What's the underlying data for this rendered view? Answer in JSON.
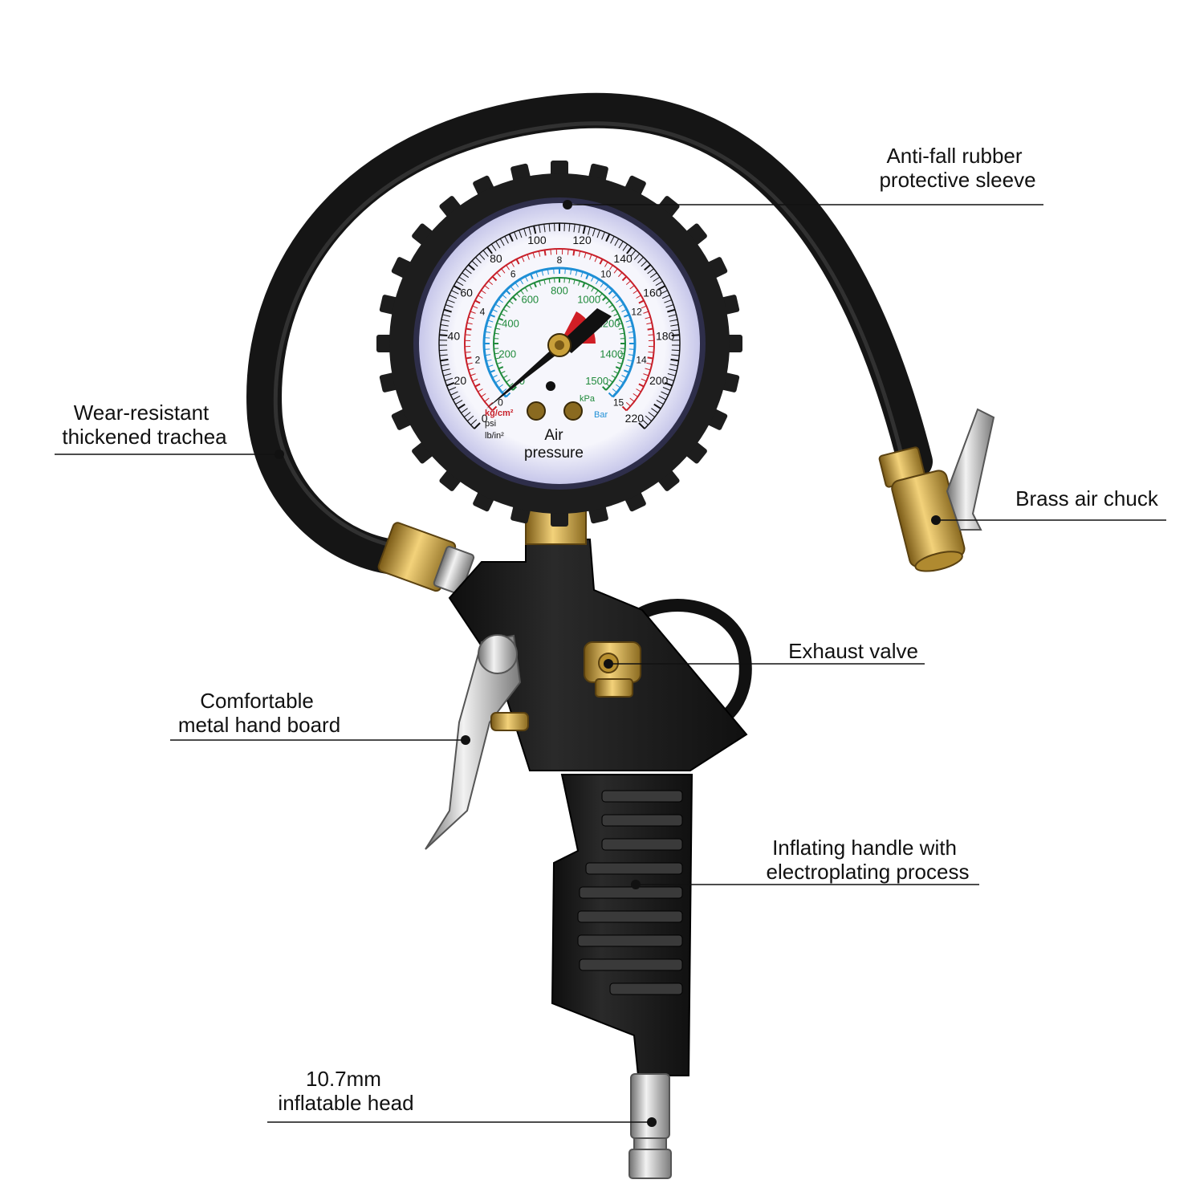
{
  "callouts": {
    "sleeve": [
      "Anti-fall rubber",
      "protective sleeve"
    ],
    "trachea": [
      "Wear-resistant",
      "thickened trachea"
    ],
    "chuck": [
      "Brass air chuck"
    ],
    "valve": [
      "Exhaust valve"
    ],
    "board": [
      "Comfortable",
      "metal hand board"
    ],
    "handle": [
      "Inflating handle with",
      "electroplating process"
    ],
    "head": [
      "10.7mm",
      "inflatable head"
    ]
  },
  "gauge": {
    "label": [
      "Air",
      "pressure"
    ],
    "units": [
      "kg/cm²",
      "psi",
      "lb/in²"
    ],
    "unit_kpa": "kPa",
    "unit_bar": "Bar",
    "psi_scale": [
      "0",
      "20",
      "40",
      "60",
      "80",
      "100",
      "120",
      "140",
      "160",
      "180",
      "200",
      "220"
    ],
    "kg_scale": [
      "0",
      "2",
      "4",
      "6",
      "8",
      "10",
      "12",
      "14",
      "15"
    ],
    "kpa_scale": [
      "0",
      "200",
      "400",
      "600",
      "800",
      "1000",
      "1200",
      "1400",
      "1500"
    ],
    "colors": {
      "psi": "#111111",
      "kg": "#c8202a",
      "kpa": "#1f8a3b",
      "bar": "#1e8fd6",
      "face": "#f1f1fa",
      "rubber": "#1d1d1d",
      "brass": "#c9a03a"
    }
  }
}
